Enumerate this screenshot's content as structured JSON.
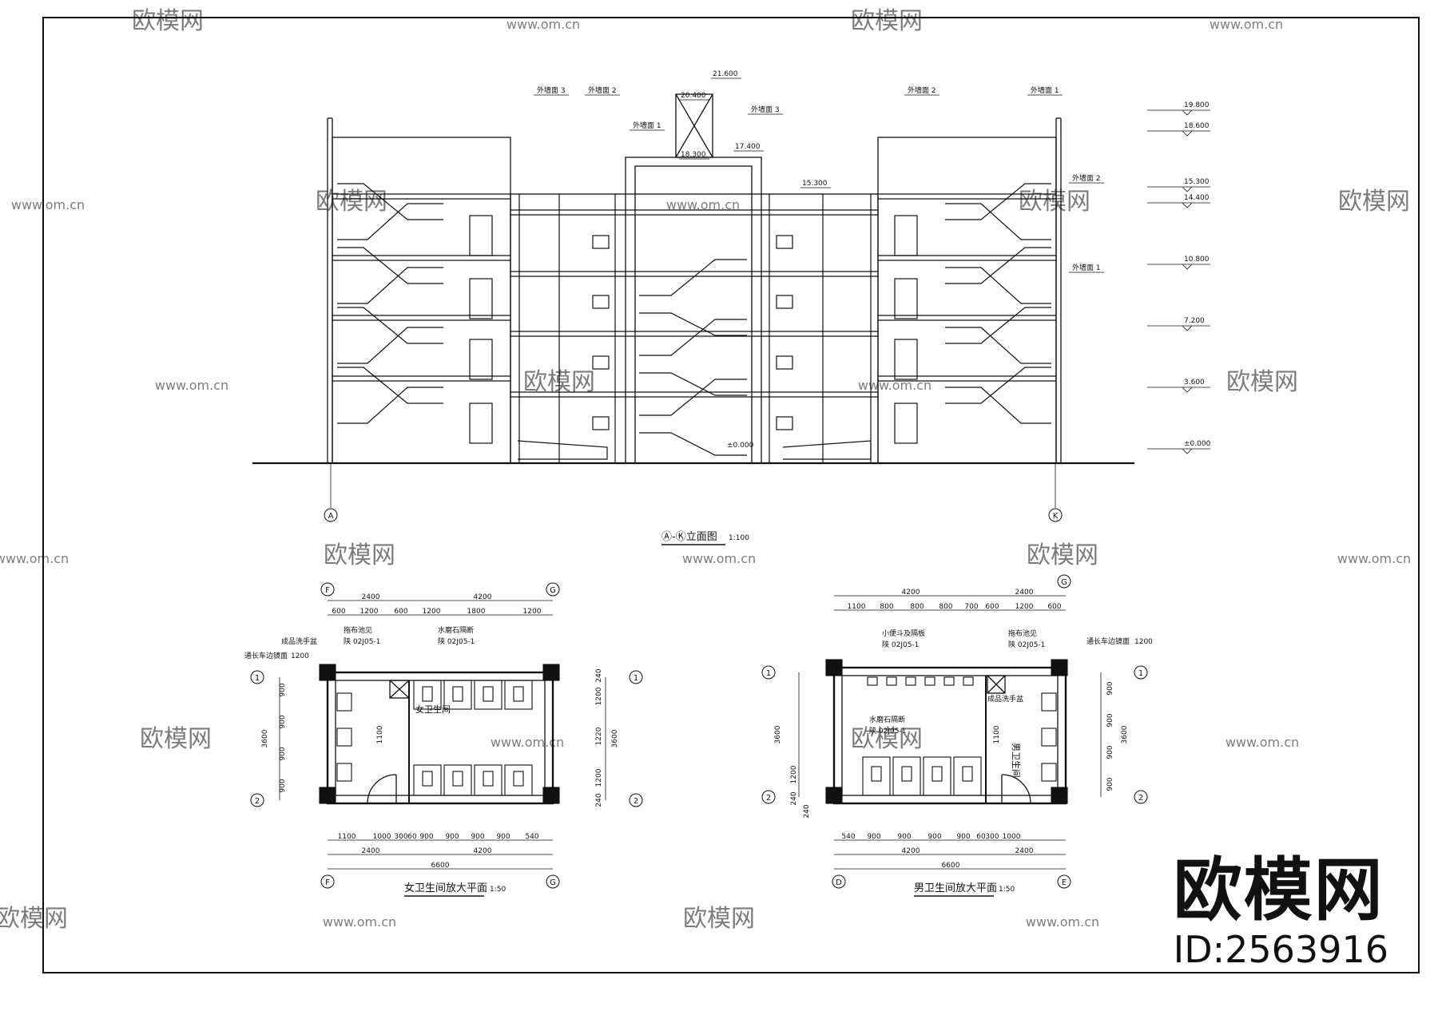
{
  "watermark": {
    "site_text": "www.om.cn",
    "logo_text": "欧模网",
    "site_short": "om.cn"
  },
  "brand": {
    "logo": "欧模网",
    "id": "ID:2563916"
  },
  "elevation": {
    "title": "Ⓐ-Ⓚ立面图",
    "scale": "1:100",
    "grid_left": "A",
    "grid_right": "K",
    "wall_labels": [
      "外墙面 3",
      "外墙面 2",
      "外墙面 1",
      "外墙面 3",
      "外墙面 2",
      "外墙面 1",
      "外墙面 2",
      "外墙面 1"
    ],
    "levels_right": [
      "19.800",
      "18.600",
      "15.300",
      "14.400",
      "10.800",
      "7.200",
      "3.600",
      "±0.000"
    ],
    "levels_top": [
      "21.600",
      "20.400",
      "18.300",
      "17.400",
      "15.300"
    ],
    "ground_level": "±0.000"
  },
  "plan_female": {
    "title": "女卫生间放大平面",
    "scale": "1:50",
    "room_label": "女卫生间",
    "grid_top_left": "F",
    "grid_top_right": "G",
    "grid_bottom_left": "F",
    "grid_bottom_right": "G",
    "axis_1": "1",
    "axis_2": "2",
    "dims_top_total": [
      "2400",
      "4200"
    ],
    "dims_top_detail": [
      "600",
      "1200",
      "600",
      "1200",
      "1800",
      "1200"
    ],
    "dims_bottom_detail": [
      "1100",
      "1000",
      "300",
      "60",
      "900",
      "900",
      "900",
      "900",
      "540"
    ],
    "dims_bottom_total": [
      "2400",
      "4200"
    ],
    "dims_bottom_overall": "6600",
    "dims_left": [
      "900",
      "900",
      "900",
      "900"
    ],
    "dims_left_total": "3600",
    "dims_right": [
      "240",
      "1200",
      "1220",
      "1200",
      "240"
    ],
    "dims_right_total": "3600",
    "dim_inner": "1100",
    "notes": [
      "成品洗手盆",
      "拖布池见",
      "陕 02J05-1",
      "水磨石隔断",
      "陕 02J05-1",
      "通长车边镜面",
      "1200"
    ]
  },
  "plan_male": {
    "title": "男卫生间放大平面",
    "scale": "1:50",
    "room_label": "男卫生间",
    "grid_top_right": "G",
    "grid_bottom_left": "D",
    "grid_bottom_right": "E",
    "axis_1": "1",
    "axis_2": "2",
    "dims_top_total": [
      "4200",
      "2400"
    ],
    "dims_top_detail": [
      "1100",
      "800",
      "800",
      "800",
      "700",
      "600",
      "1200",
      "600"
    ],
    "dims_bottom_detail": [
      "540",
      "900",
      "900",
      "900",
      "900",
      "60",
      "300",
      "1000"
    ],
    "dims_bottom_total": [
      "4200",
      "2400"
    ],
    "dims_bottom_overall": "6600",
    "dims_left": [
      "1200",
      "240"
    ],
    "dims_left_total": "3600",
    "dims_left_small": "240",
    "dims_right": [
      "900",
      "900",
      "900",
      "900"
    ],
    "dims_right_total": "3600",
    "dim_inner": "1100",
    "notes": [
      "小便斗及隔板",
      "陕 02J05-1",
      "拖布池见",
      "陕 02J05-1",
      "通长车边镜面",
      "1200",
      "成品洗手盆",
      "水磨石隔断",
      "陕 02J05-1"
    ]
  }
}
